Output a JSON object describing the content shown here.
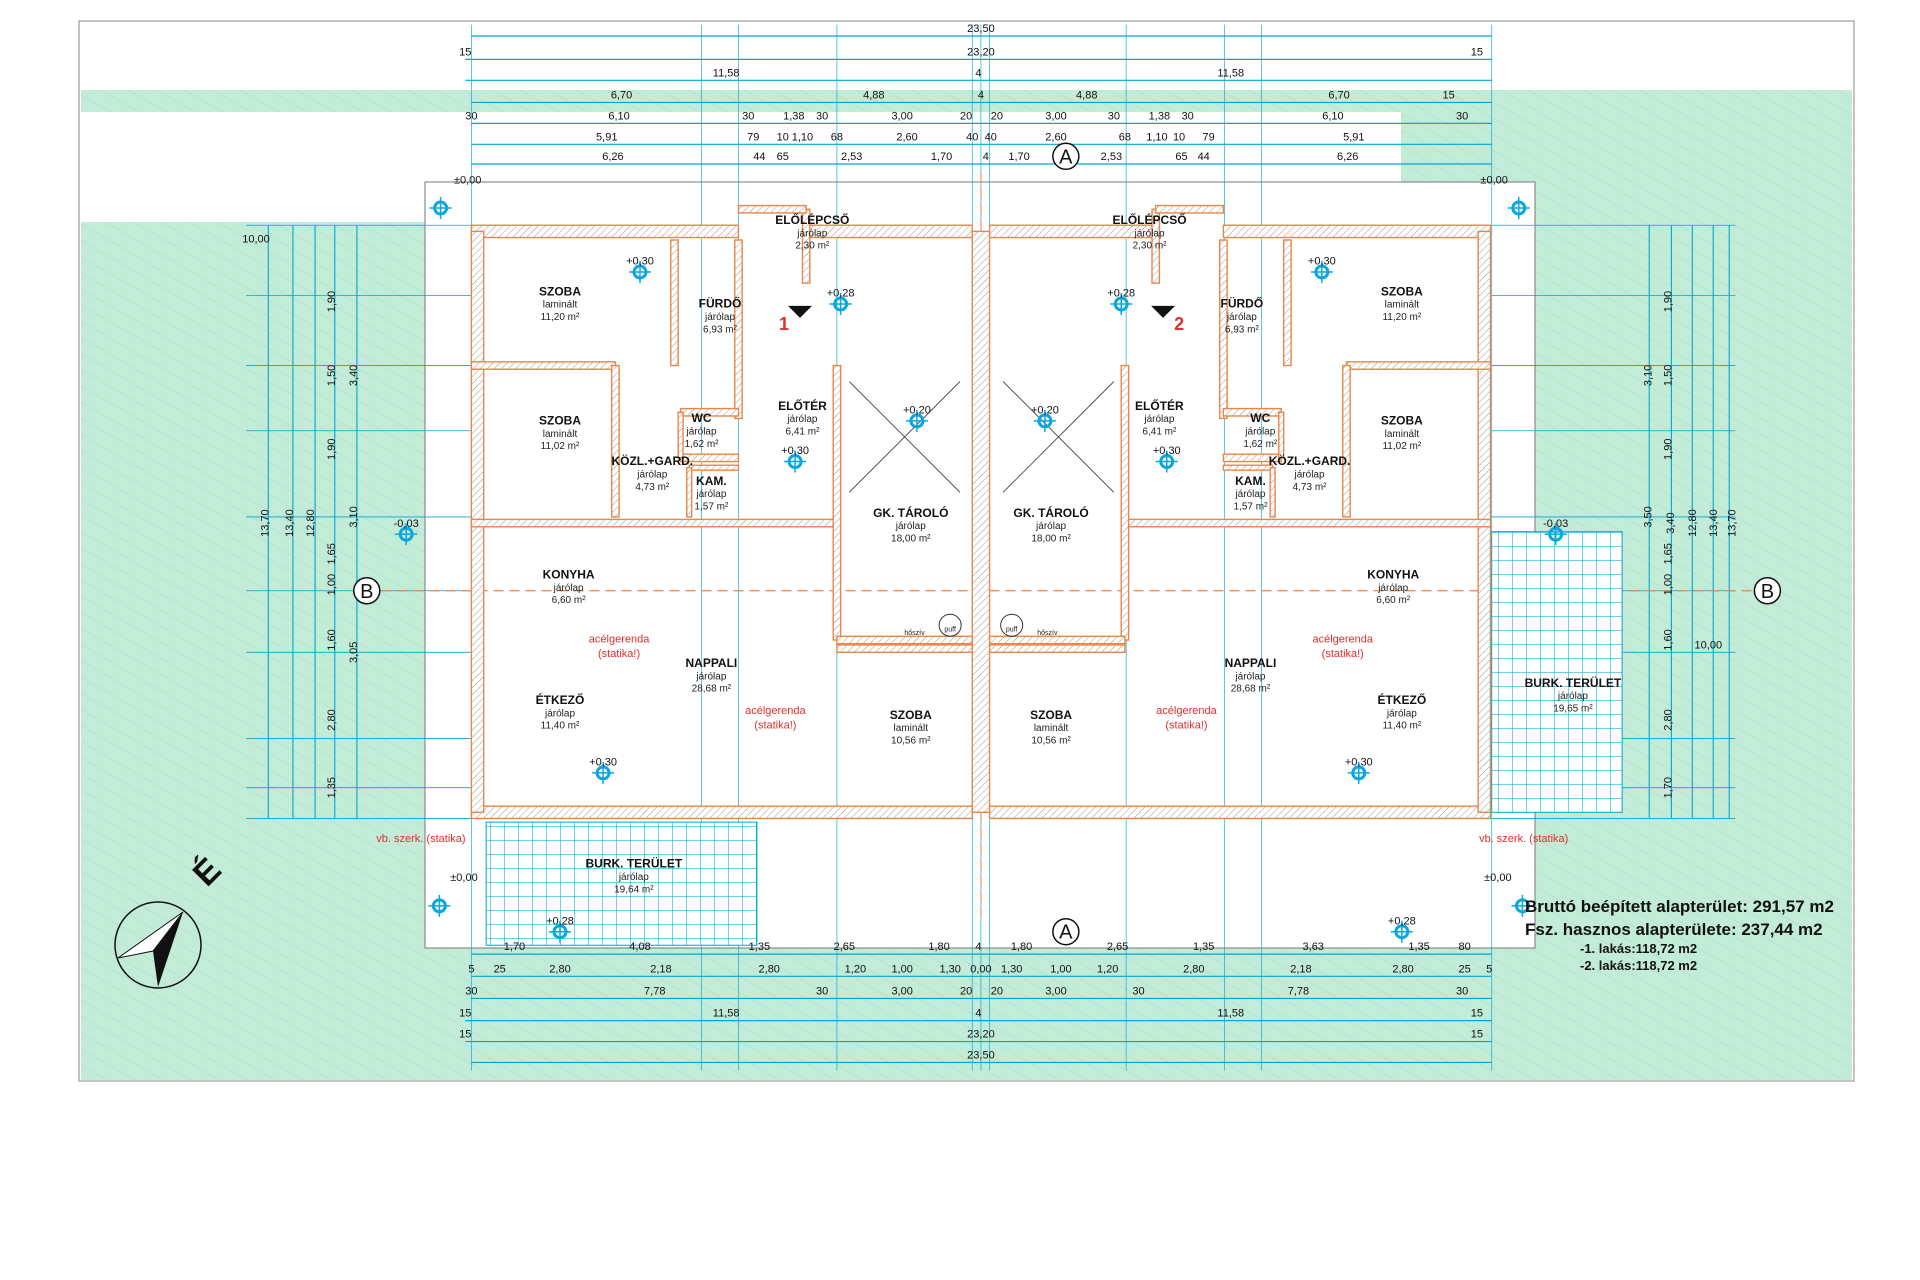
{
  "plan": {
    "north_label": "É",
    "section_a": "A",
    "section_b": "B",
    "stair_1": "1",
    "stair_2": "2",
    "unit_1_rooms": [
      {
        "name": "SZOBA",
        "finish": "laminált",
        "area": "11,20 m²"
      },
      {
        "name": "FÜRDŐ",
        "finish": "járólap",
        "area": "6,93 m²"
      },
      {
        "name": "ELŐLÉPCSŐ",
        "finish": "járólap",
        "area": "2,30 m²"
      },
      {
        "name": "SZOBA",
        "finish": "laminált",
        "area": "11,02 m²"
      },
      {
        "name": "WC",
        "finish": "járólap",
        "area": "1,62 m²"
      },
      {
        "name": "ELŐTÉR",
        "finish": "járólap",
        "area": "6,41 m²"
      },
      {
        "name": "KÖZL.+GARD.",
        "finish": "járólap",
        "area": "4,73 m²"
      },
      {
        "name": "KAM.",
        "finish": "járólap",
        "area": "1,57 m²"
      },
      {
        "name": "GK. TÁROLÓ",
        "finish": "járólap",
        "area": "18,00 m²"
      },
      {
        "name": "KONYHA",
        "finish": "járólap",
        "area": "6,60 m²"
      },
      {
        "name": "NAPPALI",
        "finish": "járólap",
        "area": "28,68 m²"
      },
      {
        "name": "ÉTKEZŐ",
        "finish": "járólap",
        "area": "11,40 m²"
      },
      {
        "name": "SZOBA",
        "finish": "laminált",
        "area": "10,56 m²"
      },
      {
        "name": "BURK. TERÜLET",
        "finish": "járólap",
        "area": "19,64 m²"
      }
    ],
    "unit_2_rooms": [
      {
        "name": "SZOBA",
        "finish": "laminált",
        "area": "11,20 m²"
      },
      {
        "name": "FÜRDŐ",
        "finish": "járólap",
        "area": "6,93 m²"
      },
      {
        "name": "ELŐLÉPCSŐ",
        "finish": "járólap",
        "area": "2,30 m²"
      },
      {
        "name": "SZOBA",
        "finish": "laminált",
        "area": "11,02 m²"
      },
      {
        "name": "WC",
        "finish": "járólap",
        "area": "1,62 m²"
      },
      {
        "name": "ELŐTÉR",
        "finish": "járólap",
        "area": "6,41 m²"
      },
      {
        "name": "KÖZL.+GARD.",
        "finish": "járólap",
        "area": "4,73 m²"
      },
      {
        "name": "KAM.",
        "finish": "járólap",
        "area": "1,57 m²"
      },
      {
        "name": "GK. TÁROLÓ",
        "finish": "járólap",
        "area": "18,00 m²"
      },
      {
        "name": "KONYHA",
        "finish": "járólap",
        "area": "6,60 m²"
      },
      {
        "name": "NAPPALI",
        "finish": "járólap",
        "area": "28,68 m²"
      },
      {
        "name": "ÉTKEZŐ",
        "finish": "járólap",
        "area": "11,40 m²"
      },
      {
        "name": "SZOBA",
        "finish": "laminált",
        "area": "10,56 m²"
      },
      {
        "name": "BURK. TERÜLET",
        "finish": "járólap",
        "area": "19,65 m²"
      }
    ],
    "notes": {
      "steel_beam_line1": "acélgerenda",
      "steel_beam_line2": "(statika!)",
      "rc_structure": "vb. szerk. (statika)",
      "chimney": "hőszív",
      "buffer": "puff"
    },
    "levels": [
      "±0,00",
      "+0,30",
      "+0,28",
      "+0,20",
      "+0,30",
      "-0,03",
      "+0,30",
      "±0,00",
      "+0,28"
    ],
    "dims_top": [
      [
        "23,50"
      ],
      [
        "15",
        "23,20",
        "15"
      ],
      [
        "11,58",
        "4",
        "11,58"
      ],
      [
        "6,70",
        "4,88",
        "4",
        "4,88",
        "6,70",
        "15"
      ],
      [
        "30",
        "6,10",
        "30",
        "1,38",
        "30",
        "3,00",
        "20",
        "20",
        "3,00",
        "30",
        "1,38",
        "30",
        "6,10",
        "30"
      ],
      [
        "5,91",
        "79",
        "10",
        "1,10",
        "68",
        "2,60",
        "40",
        "40",
        "2,60",
        "68",
        "1,10",
        "10",
        "79",
        "5,91"
      ],
      [
        "6,26",
        "44",
        "65",
        "2,53",
        "1,70",
        "4",
        "1,70",
        "2,53",
        "65",
        "44",
        "6,26"
      ]
    ],
    "dims_bottom": [
      [
        "1,70",
        "4,08",
        "1,35",
        "2,65",
        "1,80",
        "4",
        "1,80",
        "2,65",
        "1,35",
        "3,63",
        "1,35",
        "80"
      ],
      [
        "5",
        "25",
        "2,80",
        "2,18",
        "2,80",
        "1,20",
        "1,00",
        "1,30",
        "0,00",
        "1,30",
        "1,00",
        "1,20",
        "2,80",
        "2,18",
        "2,80",
        "25",
        "5"
      ],
      [
        "30",
        "7,78",
        "30",
        "3,00",
        "20",
        "20",
        "3,00",
        "30",
        "7,78",
        "30"
      ],
      [
        "15",
        "11,58",
        "4",
        "11,58",
        "15"
      ],
      [
        "15",
        "23,20",
        "15"
      ],
      [
        "23,50"
      ]
    ],
    "dims_left": [
      "10,00",
      "13,70",
      "13,40",
      "12,80",
      "3,40",
      "3,10",
      "3,05",
      "1,90",
      "1,50",
      "1,90",
      "1,65",
      "1,00",
      "1,60",
      "2,80",
      "1,35"
    ],
    "dims_right": [
      "13,70",
      "13,40",
      "12,80",
      "3,40",
      "3,10",
      "3,50",
      "10,00",
      "1,90",
      "1,50",
      "1,90",
      "1,65",
      "1,00",
      "1,60",
      "2,80",
      "1,70"
    ]
  },
  "summary": {
    "gross_area": "Bruttó beépített alapterület: 291,57 m2",
    "net_area": "Fsz. hasznos alapterülete: 237,44 m2",
    "unit_1": "-1. lakás:118,72 m2",
    "unit_2": "-2. lakás:118,72 m2"
  },
  "colors": {
    "ground": "#c2ebd8",
    "dimension": "#00a6d6",
    "wall": "#e8874a",
    "note": "#e0302a"
  }
}
